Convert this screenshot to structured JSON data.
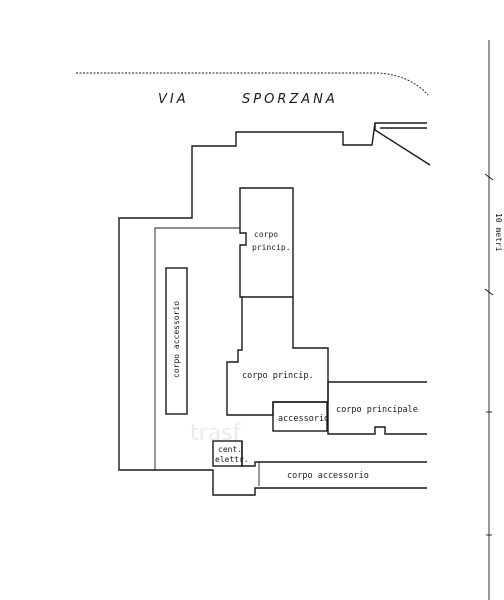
{
  "street": {
    "prefix": "VIA",
    "name": "SPORZANA"
  },
  "scale": {
    "label": "10 metri"
  },
  "blocks": {
    "corpo_princip_top": {
      "line1": "corpo",
      "line2": "princip."
    },
    "corpo_accessorio_vertical": {
      "label": "corpo accessorio"
    },
    "corpo_princip_mid": {
      "label": "corpo princip."
    },
    "accessorio": {
      "label": "accessorio"
    },
    "corpo_principale": {
      "label": "corpo principale"
    },
    "cent_elettr": {
      "line1": "cent.",
      "line2": "elettr."
    },
    "corpo_accessorio_bottom": {
      "label": "corpo accessorio"
    }
  },
  "watermark": {
    "text": "trasf"
  }
}
